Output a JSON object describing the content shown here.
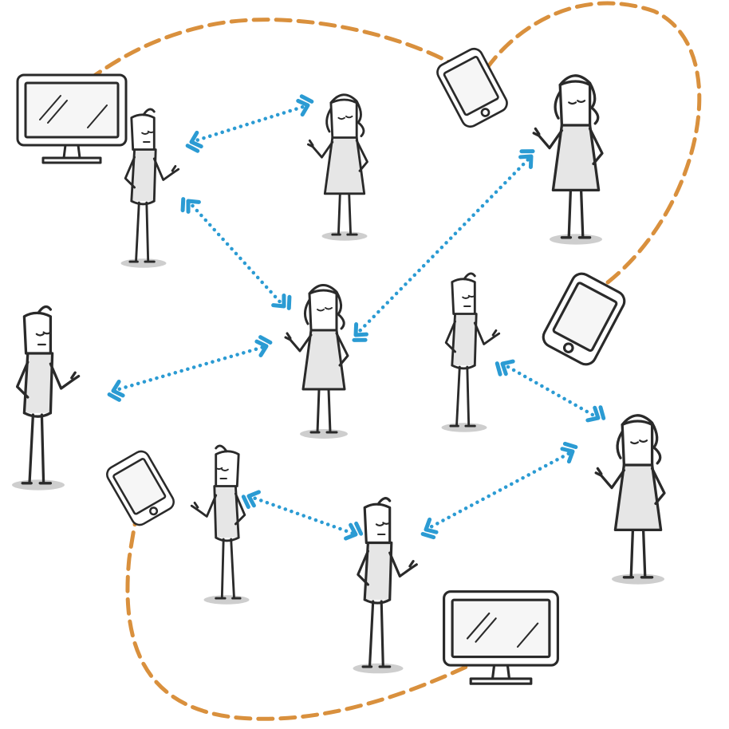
{
  "diagram": {
    "nodes": [
      {
        "id": "monitor-top-left",
        "kind": "monitor"
      },
      {
        "id": "tablet-top-right",
        "kind": "tablet"
      },
      {
        "id": "tablet-mid-right",
        "kind": "tablet"
      },
      {
        "id": "tablet-bottom-left",
        "kind": "tablet"
      },
      {
        "id": "monitor-bottom",
        "kind": "monitor"
      },
      {
        "id": "man-top-left",
        "kind": "man"
      },
      {
        "id": "woman-top-center",
        "kind": "woman"
      },
      {
        "id": "woman-top-right",
        "kind": "woman"
      },
      {
        "id": "woman-center",
        "kind": "woman"
      },
      {
        "id": "man-left",
        "kind": "man"
      },
      {
        "id": "man-mid-right",
        "kind": "man"
      },
      {
        "id": "woman-right",
        "kind": "woman"
      },
      {
        "id": "man-bottom-left",
        "kind": "man"
      },
      {
        "id": "man-bottom-center",
        "kind": "man"
      }
    ],
    "person_links": [
      {
        "from": "man-top-left",
        "to": "woman-top-center",
        "style": "dotted",
        "arrows": "both"
      },
      {
        "from": "man-top-left",
        "to": "woman-center",
        "style": "dotted",
        "arrows": "both"
      },
      {
        "from": "woman-center",
        "to": "woman-top-right",
        "style": "dotted",
        "arrows": "both"
      },
      {
        "from": "woman-center",
        "to": "man-left",
        "style": "dotted",
        "arrows": "both"
      },
      {
        "from": "man-mid-right",
        "to": "woman-right",
        "style": "dotted",
        "arrows": "both"
      },
      {
        "from": "man-bottom-left",
        "to": "man-bottom-center",
        "style": "dotted",
        "arrows": "both"
      },
      {
        "from": "man-bottom-center",
        "to": "woman-right",
        "style": "dotted",
        "arrows": "both"
      }
    ],
    "device_links": [
      {
        "from": "tablet-top-right",
        "to": "monitor-top-left",
        "style": "dashed"
      },
      {
        "from": "tablet-mid-right",
        "to": "tablet-top-right",
        "style": "dashed"
      },
      {
        "from": "monitor-bottom",
        "to": "tablet-bottom-left",
        "style": "dashed"
      }
    ],
    "colors": {
      "person_link": "#2b9bd3",
      "device_link": "#d9903d",
      "ink": "#2a2a2a",
      "shading": "#e6e6e6",
      "background": "#ffffff"
    }
  }
}
